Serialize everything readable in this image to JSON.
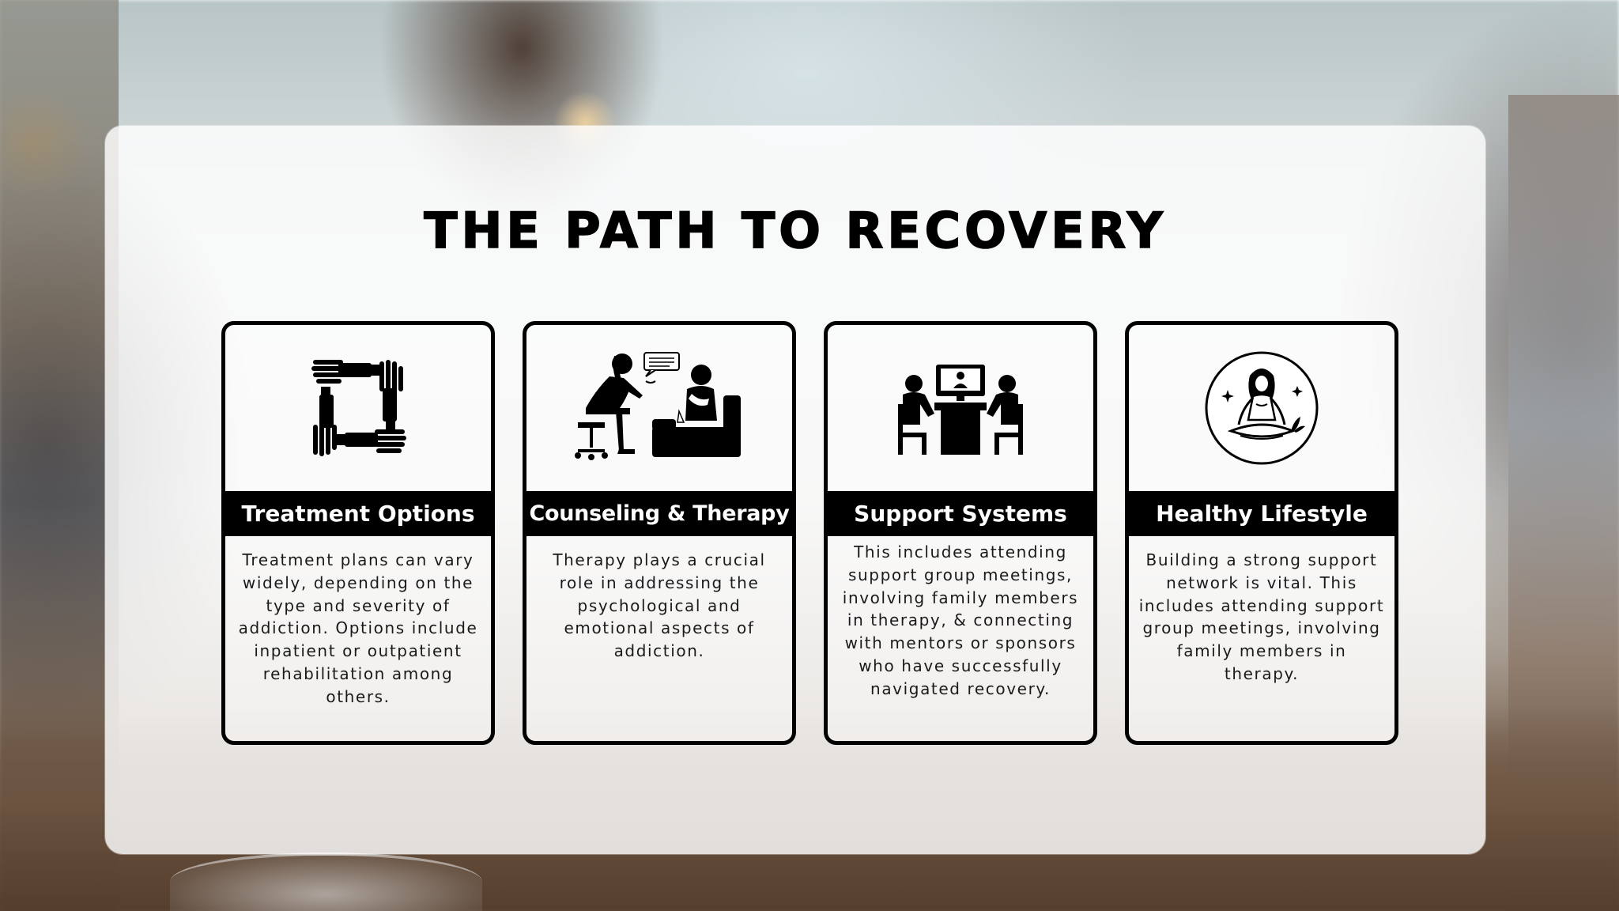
{
  "page": {
    "title": "THE PATH TO RECOVERY"
  },
  "cards": [
    {
      "heading": "Treatment Options",
      "icon": "hands-circle-icon",
      "text": "Treatment plans can vary widely, depending on the type and severity of addiction. Options include inpatient or outpatient rehabilitation among others."
    },
    {
      "heading": "Counseling & Therapy",
      "icon": "therapy-session-icon",
      "text": "Therapy plays a crucial role in addressing the psychological and emotional aspects of addiction."
    },
    {
      "heading": "Support Systems",
      "icon": "video-meeting-icon",
      "text": "This includes attending support group meetings, involving family members in therapy, & connecting with mentors or sponsors who have successfully navigated recovery."
    },
    {
      "heading": "Healthy Lifestyle",
      "icon": "meditation-icon",
      "text": "Building a strong support network is vital. This includes attending support group meetings, involving family members in therapy."
    }
  ],
  "colors": {
    "card_border": "#000000",
    "card_header_bg": "#000000",
    "card_header_text": "#ffffff",
    "panel_bg": "rgba(255,255,255,0.82)"
  }
}
